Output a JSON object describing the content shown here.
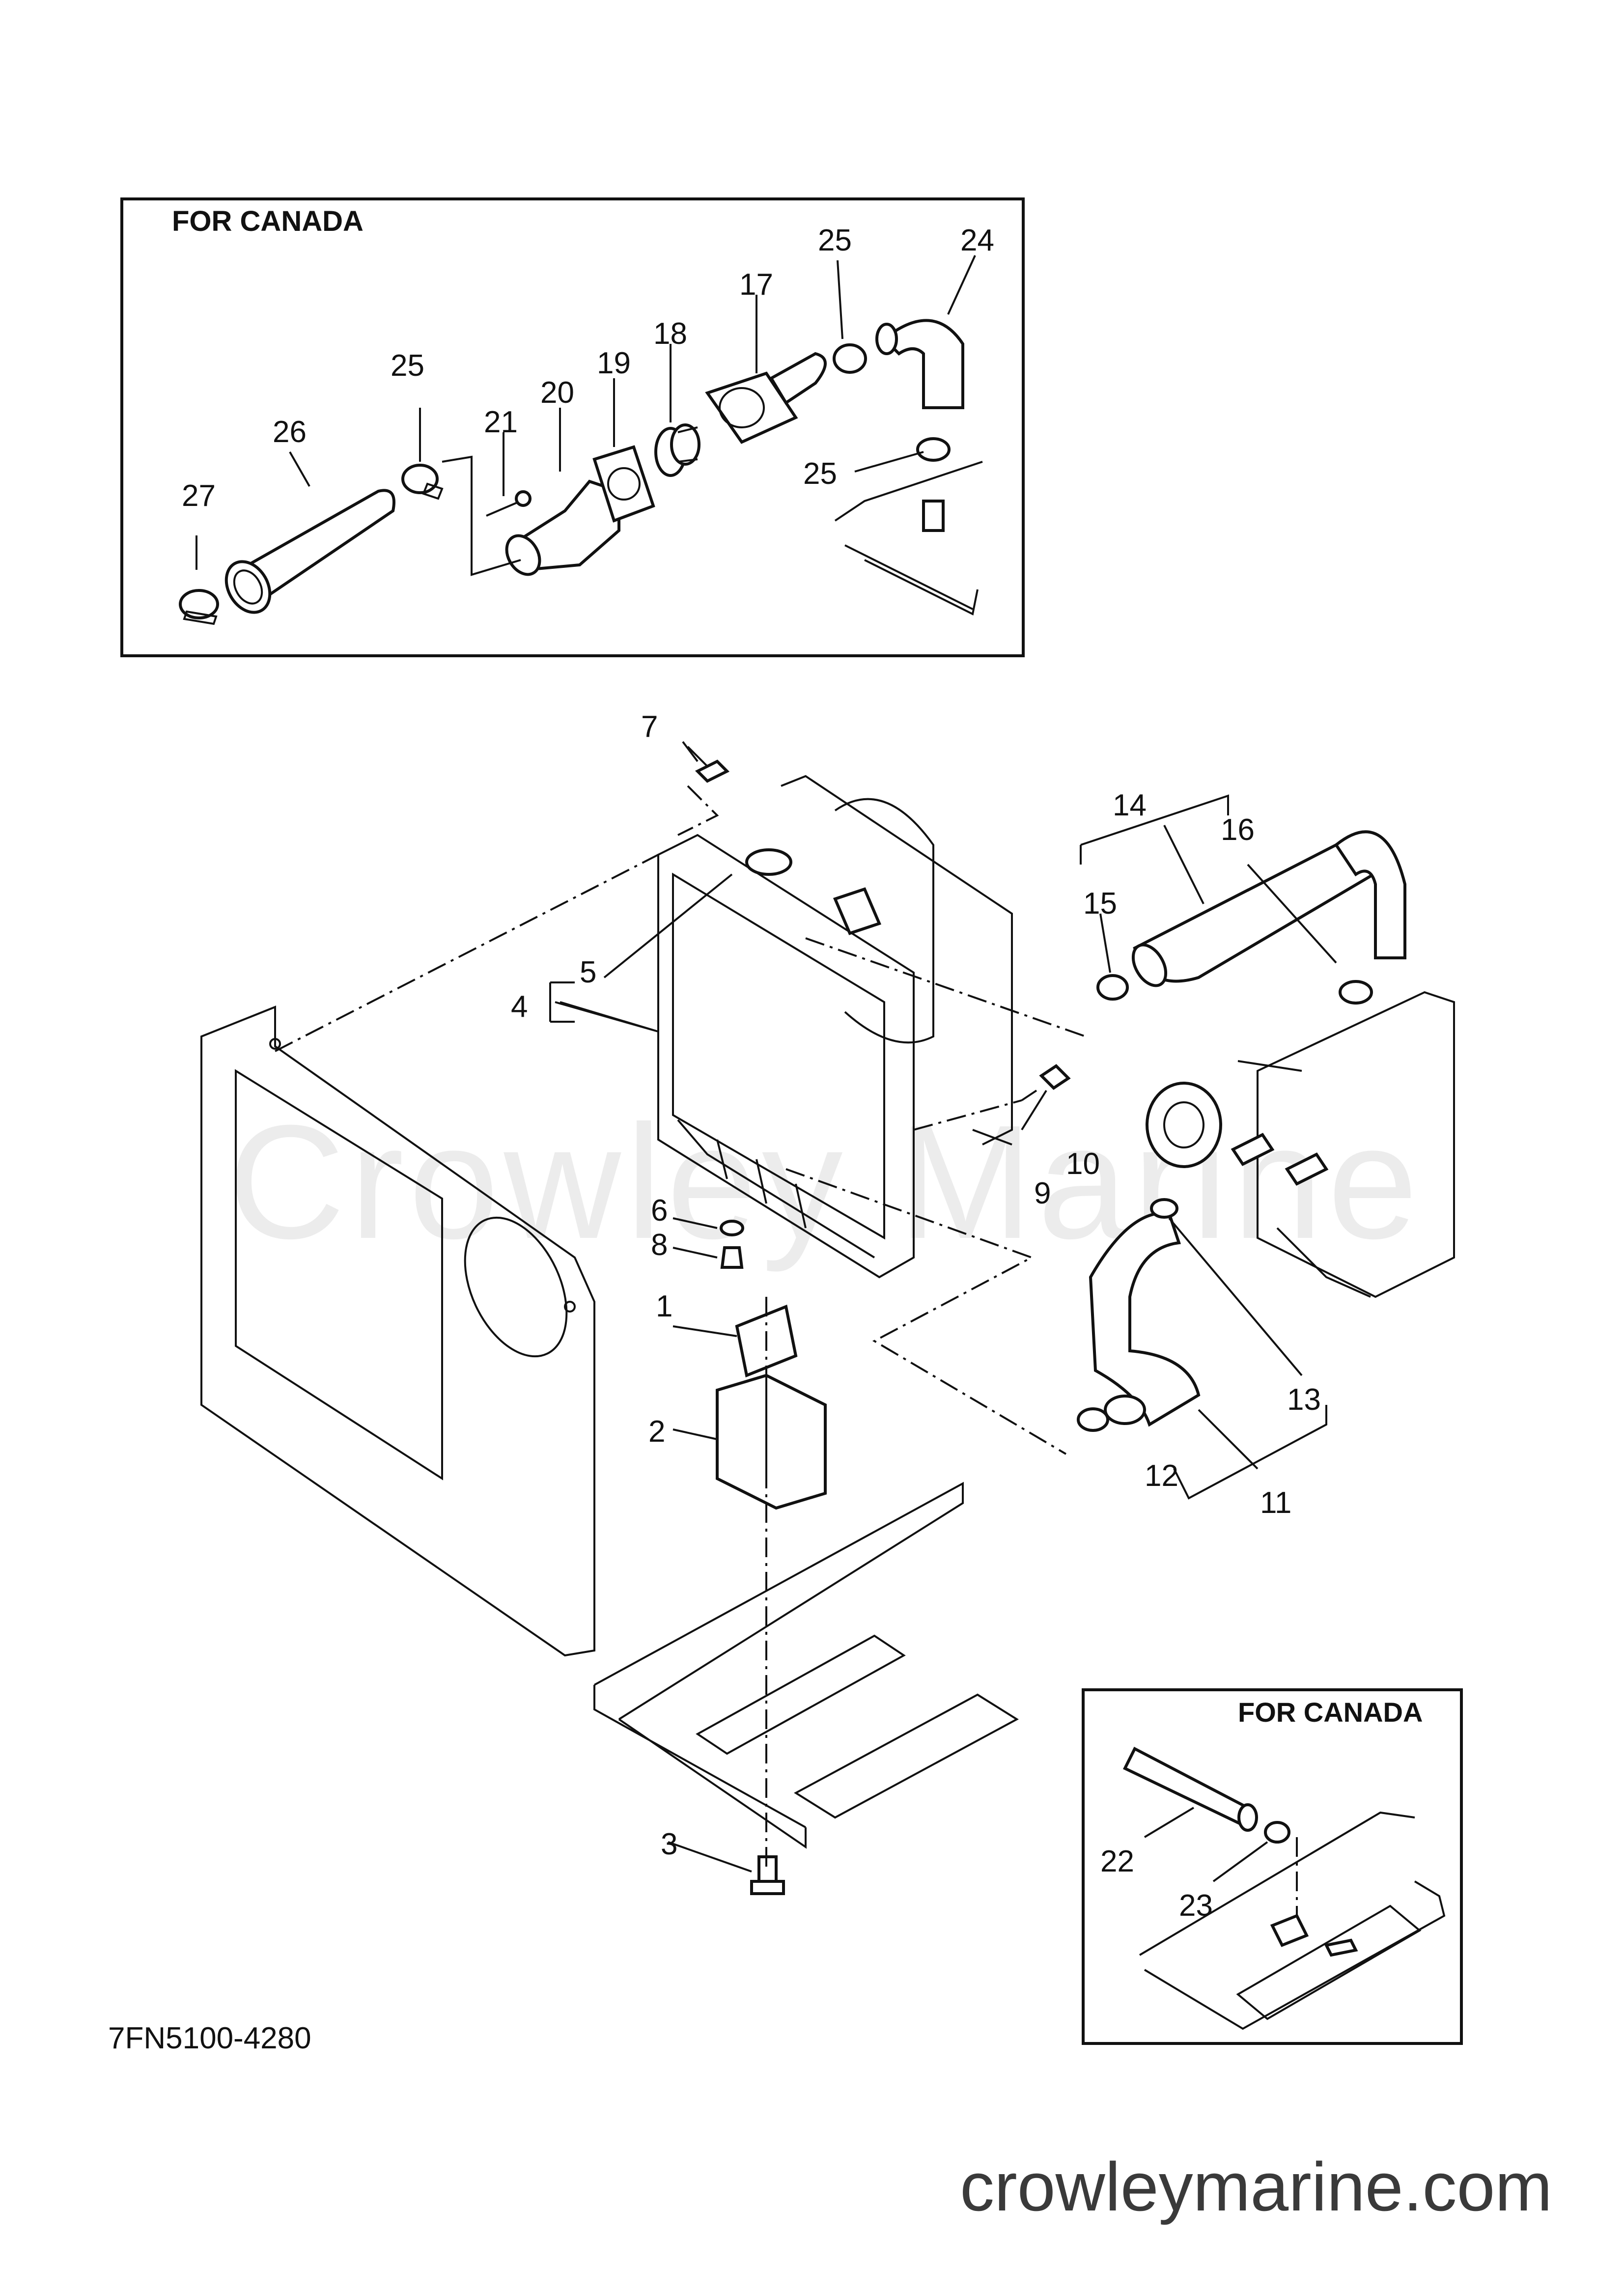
{
  "diagram": {
    "code": "7FN5100-4280",
    "footer_url": "crowleymarine.com",
    "watermark": "Crowley Marine",
    "inset_top_title": "FOR CANADA",
    "inset_bottom_title": "FOR CANADA"
  },
  "callouts": {
    "c1": "1",
    "c2": "2",
    "c3": "3",
    "c4": "4",
    "c5": "5",
    "c6": "6",
    "c7": "7",
    "c8": "8",
    "c9": "9",
    "c10": "10",
    "c11": "11",
    "c12": "12",
    "c13": "13",
    "c14": "14",
    "c15": "15",
    "c16": "16",
    "c17": "17",
    "c18": "18",
    "c19": "19",
    "c20": "20",
    "c21": "21",
    "c22": "22",
    "c23": "23",
    "c24": "24",
    "c25a": "25",
    "c25b": "25",
    "c25c": "25",
    "c26": "26",
    "c27": "27"
  },
  "colors": {
    "ink": "#111111",
    "watermark": "#ececec",
    "footer": "#3a3a3a"
  }
}
